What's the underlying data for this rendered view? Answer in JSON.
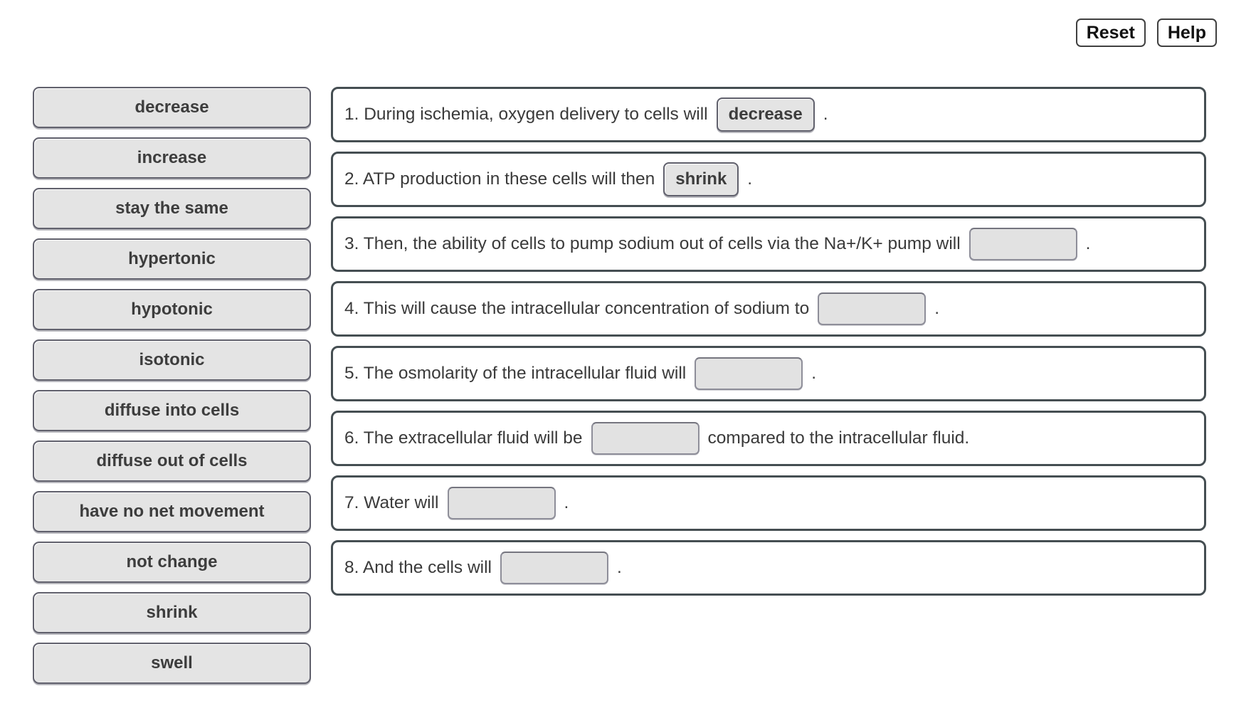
{
  "toolbar": {
    "reset_label": "Reset",
    "help_label": "Help"
  },
  "word_bank": {
    "tokens": [
      "decrease",
      "increase",
      "stay the same",
      "hypertonic",
      "hypotonic",
      "isotonic",
      "diffuse into cells",
      "diffuse out of cells",
      "have no net movement",
      "not change",
      "shrink",
      "swell"
    ]
  },
  "sentences": [
    {
      "number": 1,
      "pre": "1. During ischemia, oxygen delivery to cells will",
      "filled": "decrease",
      "post": "."
    },
    {
      "number": 2,
      "pre": "2. ATP production in these cells will then",
      "filled": "shrink",
      "post": "."
    },
    {
      "number": 3,
      "pre": "3. Then, the ability of cells to pump sodium out of cells via the Na+/K+ pump will",
      "filled": null,
      "post": "."
    },
    {
      "number": 4,
      "pre": "4. This will cause the intracellular concentration of sodium to",
      "filled": null,
      "post": "."
    },
    {
      "number": 5,
      "pre": "5. The osmolarity of the intracellular fluid will",
      "filled": null,
      "post": "."
    },
    {
      "number": 6,
      "pre": "6. The extracellular fluid will be",
      "filled": null,
      "post": "compared to the intracellular fluid."
    },
    {
      "number": 7,
      "pre": "7. Water will",
      "filled": null,
      "post": "."
    },
    {
      "number": 8,
      "pre": "8. And the cells will",
      "filled": null,
      "post": "."
    }
  ],
  "colors": {
    "page_bg": "#ffffff",
    "token_fill": "#e4e4e4",
    "token_border": "#60606c",
    "token_text": "#3d3d3d",
    "box_border": "#454e52",
    "sentence_text": "#3a3a3a",
    "blank_fill": "#e2e2e2",
    "blank_border": "#8e8e99",
    "button_border": "#404040",
    "button_text": "#111111"
  }
}
